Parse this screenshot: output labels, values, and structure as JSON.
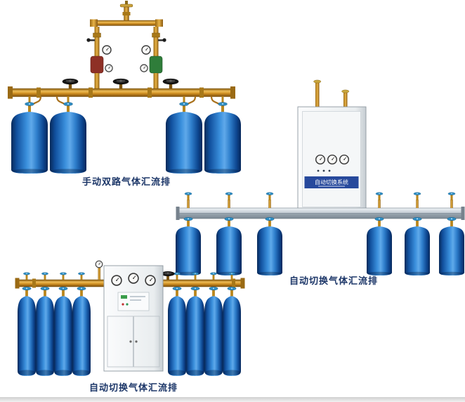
{
  "page": {
    "background": "#ffffff",
    "divider_color": "#d8d8d8"
  },
  "figures": {
    "manual_dual": {
      "caption": "手动双路气体汇流排"
    },
    "auto_right": {
      "caption": "自动切换气体汇流排"
    },
    "auto_bottom": {
      "caption": "自动切换气体汇流排"
    }
  },
  "cabinet": {
    "label": "自动切换系统"
  },
  "colors": {
    "cylinder_blue": "#2f7fcc",
    "brass": "#d08f22",
    "rail_silver": "#c3ccd4",
    "caption_text": "#1c3668",
    "cabinet_band": "#27499c"
  }
}
